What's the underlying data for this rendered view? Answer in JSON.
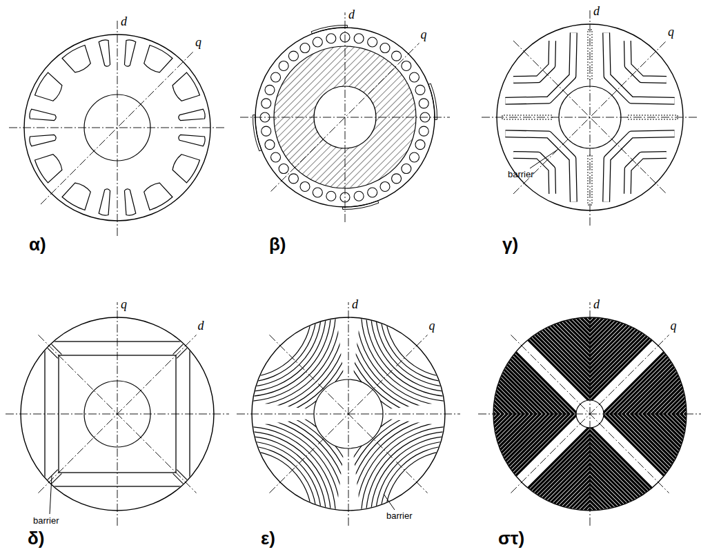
{
  "diagram": {
    "labels": [
      "d",
      "q",
      "α)",
      "d",
      "q",
      "β)",
      "d",
      "q",
      "barrier",
      "γ)",
      "q",
      "d",
      "barrier",
      "δ)",
      "d",
      "q",
      "barrier",
      "ε)",
      "d",
      "q",
      "στ)"
    ]
  }
}
